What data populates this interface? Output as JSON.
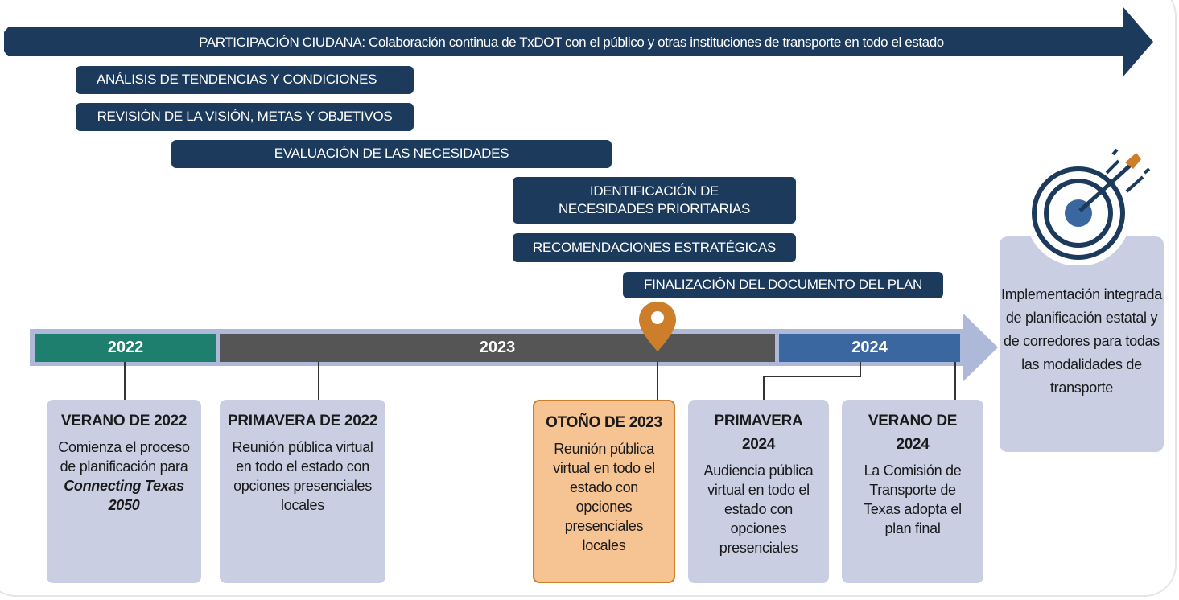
{
  "participation_banner": "PARTICIPACIÓN CIUDANA: Colaboración continua de TxDOT con el público y otras instituciones de transporte en todo el estado",
  "phases": [
    "ANÁLISIS DE TENDENCIAS Y CONDICIONES",
    "REVISIÓN DE LA VISIÓN, METAS Y OBJETIVOS",
    "EVALUACIÓN DE LAS NECESIDADES",
    "IDENTIFICACIÓN DE NECESIDADES PRIORITARIAS",
    "RECOMENDACIONES ESTRATÉGICAS",
    "FINALIZACIÓN DEL DOCUMENTO DEL PLAN"
  ],
  "years": [
    "2022",
    "2023",
    "2024"
  ],
  "colors": {
    "navy": "#1b3a5c",
    "year2022": "#1f7f6f",
    "year2023": "#555555",
    "year2024": "#3a67a0",
    "highlight": "#f6c393",
    "accent": "#cc7e2b",
    "timeline": "#aeb8d8"
  },
  "milestones": [
    {
      "title": "VERANO DE 2022",
      "body": "Comienza el proceso de planificación para",
      "emphasis": "Connecting Texas 2050"
    },
    {
      "title": "PRIMAVERA DE 2022",
      "body": "Reunión pública virtual en todo el estado con opciones presenciales locales"
    },
    {
      "title": "OTOÑO DE 2023",
      "body": "Reunión pública virtual en todo el estado con opciones presenciales locales"
    },
    {
      "title": "PRIMAVERA 2024",
      "body": "Audiencia pública virtual en todo el estado con opciones presenciales"
    },
    {
      "title": "VERANO DE 2024",
      "body": "La Comisión de Transporte de Texas adopta el plan final"
    }
  ],
  "goal_text": "Implementación integrada de planificación estatal y de corredores para todas las modalidades de transporte",
  "icons": {
    "goal": "target-icon",
    "marker": "location-pin-icon"
  }
}
